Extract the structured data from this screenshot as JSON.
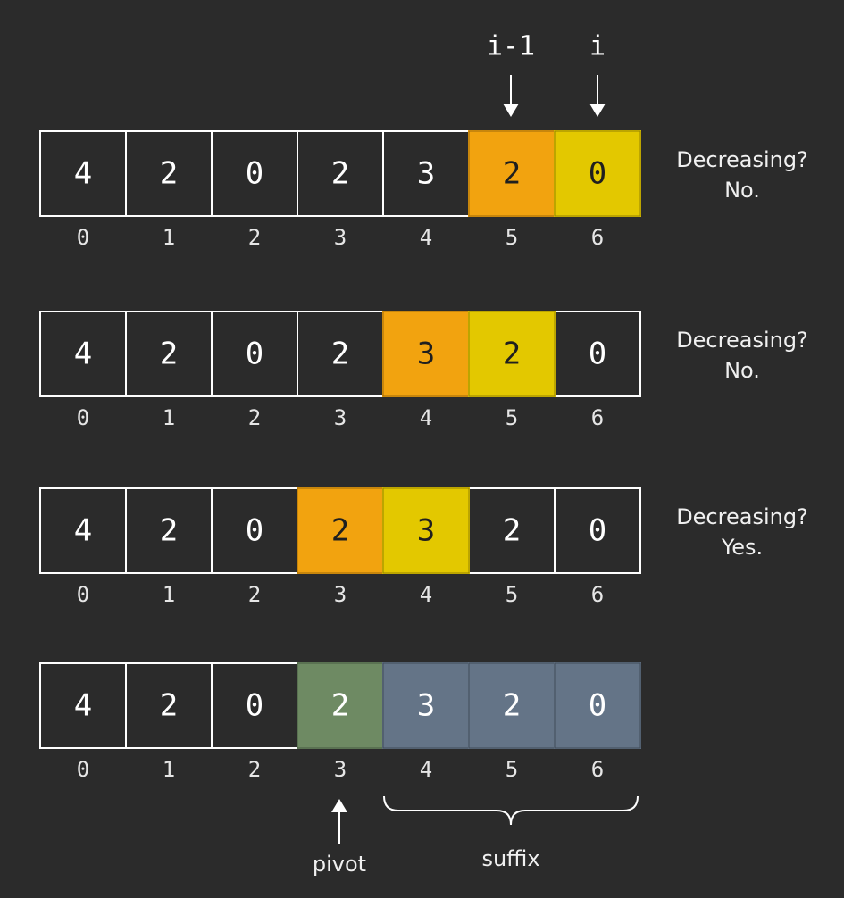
{
  "colors": {
    "background": "#2b2b2b",
    "cell_border": "#ffffff",
    "cell_text": "#ffffff",
    "cell_text_dark": "#1f1f1f",
    "orange": "#f2a30f",
    "yellow": "#e3c800",
    "green": "#6e8a63",
    "blue": "#647487"
  },
  "pointers": {
    "prev_label": "i-1",
    "curr_label": "i"
  },
  "rows": [
    {
      "values": [
        "4",
        "2",
        "0",
        "2",
        "3",
        "2",
        "0"
      ],
      "indices": [
        "0",
        "1",
        "2",
        "3",
        "4",
        "5",
        "6"
      ],
      "highlights": [
        "none",
        "none",
        "none",
        "none",
        "none",
        "orange",
        "yellow"
      ],
      "note_line1": "Decreasing?",
      "note_line2": "No."
    },
    {
      "values": [
        "4",
        "2",
        "0",
        "2",
        "3",
        "2",
        "0"
      ],
      "indices": [
        "0",
        "1",
        "2",
        "3",
        "4",
        "5",
        "6"
      ],
      "highlights": [
        "none",
        "none",
        "none",
        "none",
        "orange",
        "yellow",
        "none"
      ],
      "note_line1": "Decreasing?",
      "note_line2": "No."
    },
    {
      "values": [
        "4",
        "2",
        "0",
        "2",
        "3",
        "2",
        "0"
      ],
      "indices": [
        "0",
        "1",
        "2",
        "3",
        "4",
        "5",
        "6"
      ],
      "highlights": [
        "none",
        "none",
        "none",
        "orange",
        "yellow",
        "none",
        "none"
      ],
      "note_line1": "Decreasing?",
      "note_line2": "Yes."
    },
    {
      "values": [
        "4",
        "2",
        "0",
        "2",
        "3",
        "2",
        "0"
      ],
      "indices": [
        "0",
        "1",
        "2",
        "3",
        "4",
        "5",
        "6"
      ],
      "highlights": [
        "none",
        "none",
        "none",
        "green",
        "blue",
        "blue",
        "blue"
      ],
      "note_line1": "",
      "note_line2": ""
    }
  ],
  "labels": {
    "pivot": "pivot",
    "suffix": "suffix"
  }
}
